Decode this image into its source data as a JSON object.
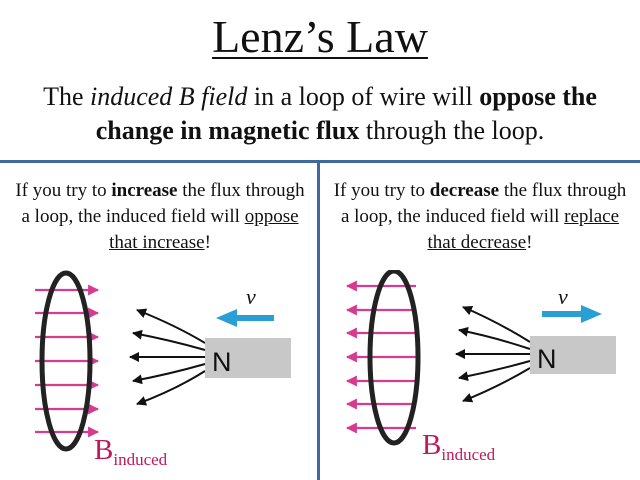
{
  "title": "Lenz’s Law",
  "subtitle": {
    "p1": "The ",
    "p2_italic": "induced B field",
    "p3": " in a loop of wire will ",
    "p4_bold": "oppose the change in magnetic flux",
    "p5": " through the loop."
  },
  "left_panel": {
    "caption": {
      "p1": "If you try to ",
      "p2_bold": "increase",
      "p3": " the flux through a loop, the induced field will ",
      "p4_underline": "oppose that increase",
      "p5": "!"
    },
    "magnet_label": "N",
    "velocity_label": "v",
    "b_label_main": "B",
    "b_label_sub": "induced"
  },
  "right_panel": {
    "caption": {
      "p1": "If you try to ",
      "p2_bold": "decrease",
      "p3": " the flux through a loop, the induced field will ",
      "p4_underline": "replace that decrease",
      "p5": "!"
    },
    "magnet_label": "N",
    "velocity_label": "v",
    "b_label_main": "B",
    "b_label_sub": "induced"
  },
  "colors": {
    "divider": "#3f6aa0",
    "field_arrows": "#d63b8f",
    "velocity_arrow": "#2a9fd6",
    "magnet": "#c8c8c8",
    "loop": "#222222",
    "b_label": "#c2185b"
  }
}
